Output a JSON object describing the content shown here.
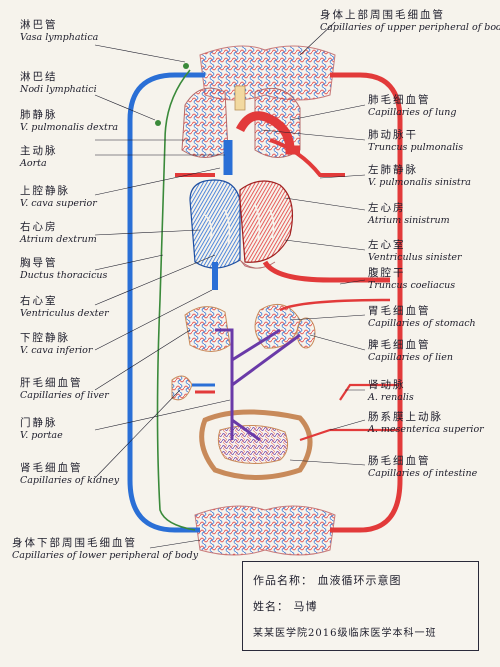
{
  "labels": {
    "vasa_lymphatica": {
      "zh": "淋巴管",
      "la": "Vasa lymphatica"
    },
    "nodi_lymphatici": {
      "zh": "淋巴结",
      "la": "Nodi lymphatici"
    },
    "v_pulmonalis_dextra": {
      "zh": "肺静脉",
      "la": "V. pulmonalis dextra"
    },
    "aorta": {
      "zh": "主动脉",
      "la": "Aorta"
    },
    "v_cava_superior": {
      "zh": "上腔静脉",
      "la": "V. cava superior"
    },
    "atrium_dextrum": {
      "zh": "右心房",
      "la": "Atrium dextrum"
    },
    "ductus_thoracicus": {
      "zh": "胸导管",
      "la": "Ductus thoracicus"
    },
    "ventriculus_dexter": {
      "zh": "右心室",
      "la": "Ventriculus dexter"
    },
    "v_cava_inferior": {
      "zh": "下腔静脉",
      "la": "V. cava inferior"
    },
    "capillaries_of_liver": {
      "zh": "肝毛细血管",
      "la": "Capillaries of liver"
    },
    "v_portae": {
      "zh": "门静脉",
      "la": "V. portae"
    },
    "capillaries_of_kidney": {
      "zh": "肾毛细血管",
      "la": "Capillaries of kidney"
    },
    "capillaries_upper_peripheral": {
      "zh": "身体上部周围毛细血管",
      "la": "Capillaries of upper peripheral of body"
    },
    "capillaries_of_lung": {
      "zh": "肺毛细血管",
      "la": "Capillaries of lung"
    },
    "truncus_pulmonalis": {
      "zh": "肺动脉干",
      "la": "Truncus pulmonalis"
    },
    "v_pulmonalis_sinistra": {
      "zh": "左肺静脉",
      "la": "V. pulmonalis sinistra"
    },
    "atrium_sinistrum": {
      "zh": "左心房",
      "la": "Atrium sinistrum"
    },
    "ventriculus_sinister": {
      "zh": "左心室",
      "la": "Ventriculus sinister"
    },
    "truncus_coeliacus": {
      "zh": "腹腔干",
      "la": "Truncus coeliacus"
    },
    "capillaries_of_stomach": {
      "zh": "胃毛细血管",
      "la": "Capillaries of stomach"
    },
    "capillaries_of_lien": {
      "zh": "脾毛细血管",
      "la": "Capillaries of lien"
    },
    "a_renalis": {
      "zh": "肾动脉",
      "la": "A. renalis"
    },
    "a_mesenterica_superior": {
      "zh": "肠系膜上动脉",
      "la": "A. mesenterica superior"
    },
    "capillaries_of_intestine": {
      "zh": "肠毛细血管",
      "la": "Capillaries of intestine"
    },
    "capillaries_lower_peripheral": {
      "zh": "身体下部周围毛细血管",
      "la": "Capillaries of lower peripheral of body"
    }
  },
  "info": {
    "title_label": "作品名称：",
    "title_value": "血液循环示意图",
    "name_label": "姓名：",
    "name_value": "马博",
    "class_line": "某某医学院2016级临床医学本科一班"
  },
  "colors": {
    "artery": "#e23a3a",
    "vein": "#2a6fd6",
    "lymph": "#3a8a3a",
    "portal": "#6a3aa8",
    "pink": "#e89aa8",
    "ink": "#1d1d2b"
  }
}
